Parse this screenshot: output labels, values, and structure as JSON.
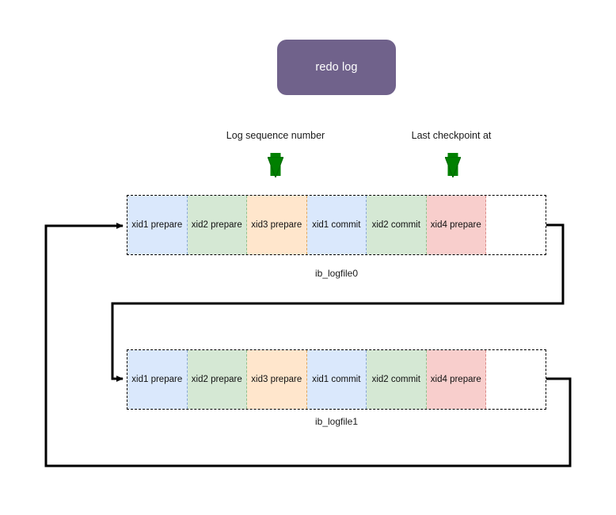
{
  "diagram": {
    "title_box": {
      "label": "redo log",
      "fill": "#70628b",
      "text_color": "#ffffff"
    },
    "annotations": [
      {
        "id": "log-sequence-number",
        "label": "Log sequence number",
        "arrow_color": "#008000",
        "points_to_cell": "xid3 prepare"
      },
      {
        "id": "last-checkpoint-at",
        "label": "Last checkpoint at",
        "arrow_color": "#008000",
        "points_to_cell": "xid4 prepare"
      }
    ],
    "logfiles": [
      {
        "id": "ib_logfile0",
        "caption": "ib_logfile0",
        "cells": [
          {
            "label": "xid1 prepare",
            "color": "#dae8fc"
          },
          {
            "label": "xid2 prepare",
            "color": "#d5e8d4"
          },
          {
            "label": "xid3 prepare",
            "color": "#ffe6cc"
          },
          {
            "label": "xid1 commit",
            "color": "#dae8fc"
          },
          {
            "label": "xid2 commit",
            "color": "#d5e8d4"
          },
          {
            "label": "xid4 prepare",
            "color": "#f8cecc"
          },
          {
            "label": "",
            "color": "#ffffff"
          }
        ]
      },
      {
        "id": "ib_logfile1",
        "caption": "ib_logfile1",
        "cells": [
          {
            "label": "xid1 prepare",
            "color": "#dae8fc"
          },
          {
            "label": "xid2 prepare",
            "color": "#d5e8d4"
          },
          {
            "label": "xid3 prepare",
            "color": "#ffe6cc"
          },
          {
            "label": "xid1 commit",
            "color": "#dae8fc"
          },
          {
            "label": "xid2 commit",
            "color": "#d5e8d4"
          },
          {
            "label": "xid4 prepare",
            "color": "#f8cecc"
          },
          {
            "label": "",
            "color": "#ffffff"
          }
        ]
      }
    ],
    "connectors": [
      {
        "id": "logfile0-end-to-logfile1-start",
        "stroke": "#000000"
      },
      {
        "id": "logfile1-end-to-logfile0-start",
        "stroke": "#000000"
      }
    ]
  }
}
